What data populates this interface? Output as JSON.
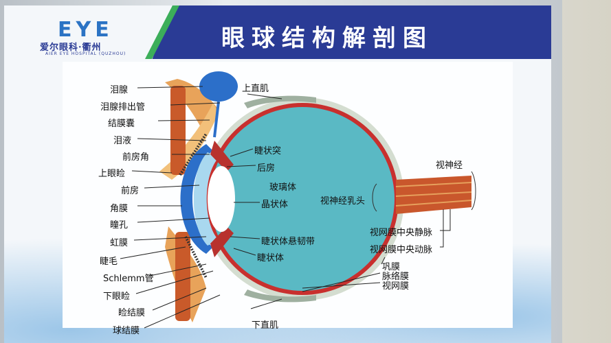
{
  "header": {
    "logo_mark": "EYE",
    "logo_cn": "爱尔眼科·衢州",
    "logo_en": "AIER EYE HOSPITAL (QUZHOU)",
    "title": "眼球结构解剖图"
  },
  "labels": {
    "lacrimal_gland": "泪腺",
    "lacrimal_duct": "泪腺排出管",
    "conjunctival_sac": "结膜囊",
    "tears": "泪液",
    "anterior_chamber_angle": "前房角",
    "upper_eyelid": "上眼睑",
    "anterior_chamber": "前房",
    "cornea": "角膜",
    "pupil": "瞳孔",
    "iris": "虹膜",
    "eyelash": "睫毛",
    "schlemm": "Schlemm管",
    "lower_eyelid": "下眼睑",
    "palpebral_conjunctiva": "睑结膜",
    "bulbar_conjunctiva": "球结膜",
    "superior_rectus": "上直肌",
    "ciliary_process": "睫状突",
    "posterior_chamber": "后房",
    "vitreous": "玻璃体",
    "lens": "晶状体",
    "zonule": "睫状体悬韧带",
    "ciliary_body": "睫状体",
    "optic_disc": "视神经乳头",
    "optic_nerve": "视神经",
    "central_vein": "视网膜中央静脉",
    "central_artery": "视网膜中央动脉",
    "sclera": "巩膜",
    "choroid": "脉络膜",
    "retina": "视网膜",
    "inferior_rectus": "下直肌"
  },
  "colors": {
    "header_blue": "#2a3b95",
    "accent_green": "#3cae5a",
    "vitreous": "#5ab9c4",
    "choroid_red": "#c8302e",
    "sclera": "#d4ddd0"
  }
}
